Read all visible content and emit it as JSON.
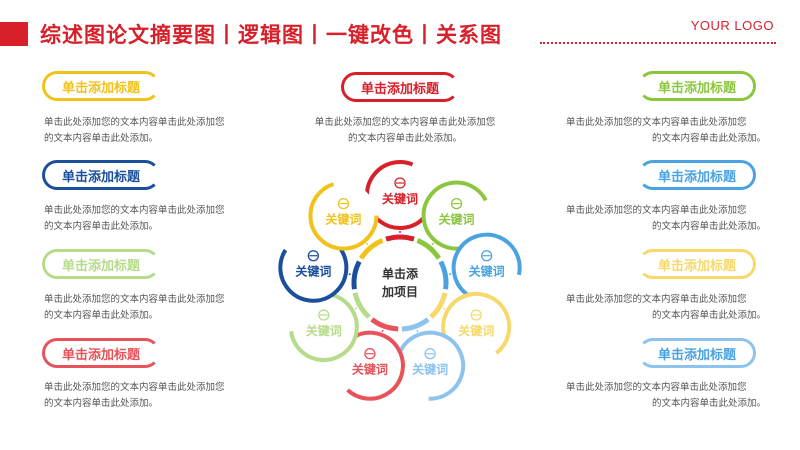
{
  "header": {
    "title": "综述图论文摘要图丨逻辑图丨一键改色丨关系图",
    "logo": "YOUR LOGO"
  },
  "colors": {
    "red": "#d7202a",
    "yellow": "#f1c21b",
    "green": "#8cc63f",
    "light_blue": "#4aa3e0",
    "navy": "#1b4f9c",
    "light_green": "#b5db8b",
    "light_yellow": "#f6d86b",
    "pale_blue": "#8ec3ee",
    "pink_red": "#e8525a"
  },
  "top": {
    "title": "单击添加标题",
    "desc1": "单击此处添加您的文本内容单击此处添加您",
    "desc2": "的文本内容单击此处添加。"
  },
  "left_items": [
    {
      "title": "单击添加标题",
      "desc1": "单击此处添加您的文本内容单击此处添加您",
      "desc2": "的文本内容单击此处添加。"
    },
    {
      "title": "单击添加标题",
      "desc1": "单击此处添加您的文本内容单击此处添加您",
      "desc2": "的文本内容单击此处添加。"
    },
    {
      "title": "单击添加标题",
      "desc1": "单击此处添加您的文本内容单击此处添加您",
      "desc2": "的文本内容单击此处添加。"
    },
    {
      "title": "单击添加标题",
      "desc1": "单击此处添加您的文本内容单击此处添加您",
      "desc2": "的文本内容单击此处添加。"
    }
  ],
  "right_items": [
    {
      "title": "单击添加标题",
      "desc1": "单击此处添加您的文本内容单击此处添加您",
      "desc2": "的文本内容单击此处添加。"
    },
    {
      "title": "单击添加标题",
      "desc1": "单击此处添加您的文本内容单击此处添加您",
      "desc2": "的文本内容单击此处添加。"
    },
    {
      "title": "单击添加标题",
      "desc1": "单击此处添加您的文本内容单击此处添加您",
      "desc2": "的文本内容单击此处添加。"
    },
    {
      "title": "单击添加标题",
      "desc1": "单击此处添加您的文本内容单击此处添加您",
      "desc2": "的文本内容单击此处添加。"
    }
  ],
  "center": {
    "line1": "单击添",
    "line2": "加项目"
  },
  "petals": [
    {
      "label": "关键词",
      "icon": "watering-can-icon",
      "color": "#d7202a"
    },
    {
      "label": "关键词",
      "icon": "chart-icon",
      "color": "#8cc63f"
    },
    {
      "label": "关键词",
      "icon": "bar-chart-icon",
      "color": "#4aa3e0"
    },
    {
      "label": "关键词",
      "icon": "document-icon",
      "color": "#f6d86b"
    },
    {
      "label": "关键词",
      "icon": "network-icon",
      "color": "#8ec3ee"
    },
    {
      "label": "关键词",
      "icon": "money-bag-icon",
      "color": "#e8525a"
    },
    {
      "label": "关键词",
      "icon": "growth-icon",
      "color": "#b5db8b"
    },
    {
      "label": "关键词",
      "icon": "dollar-coin-icon",
      "color": "#1b4f9c"
    },
    {
      "label": "关键词",
      "icon": "team-icon",
      "color": "#f1c21b"
    }
  ]
}
